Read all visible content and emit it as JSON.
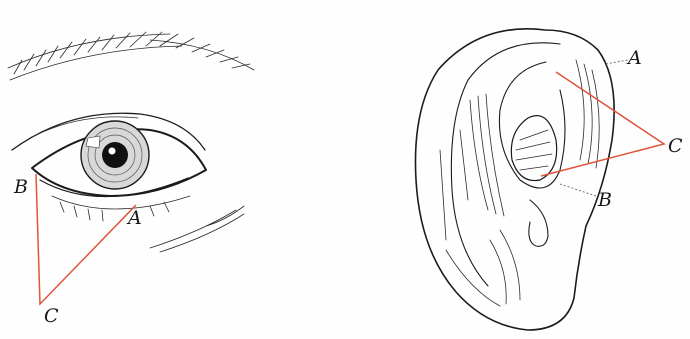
{
  "eye": {
    "labels": {
      "a": "A",
      "b": "B",
      "c": "C"
    }
  },
  "ear": {
    "labels": {
      "a": "A",
      "b": "B",
      "c": "C"
    }
  },
  "colors": {
    "construction_line": "#e0553a",
    "ink": "#1b1b1b",
    "paper": "#fefefe"
  }
}
